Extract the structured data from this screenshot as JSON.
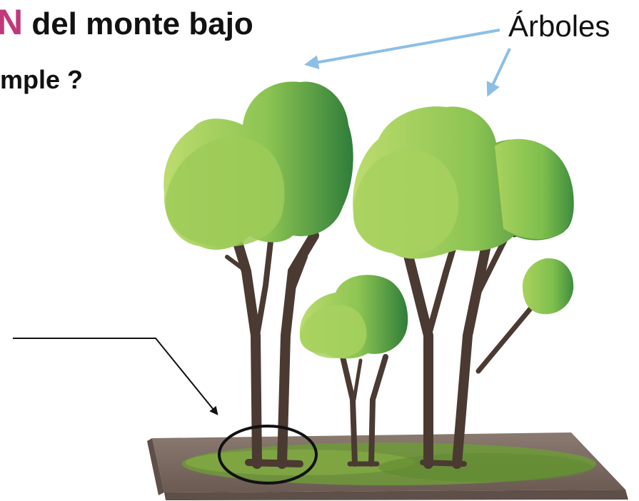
{
  "header": {
    "title_accent": "N",
    "title_rest": " del monte bajo",
    "subtitle": "mple ?"
  },
  "labels": {
    "arboles": "Árboles"
  },
  "colors": {
    "accent": "#c0397a",
    "arrow_blue": "#8cbfe6",
    "trunk": "#4a3a32",
    "foliage_light": "#b7d86a",
    "foliage_dark": "#2f7d3a",
    "ground": "#7a6a60",
    "grass": "#6f9a3a"
  },
  "icons": [
    "tree-icon",
    "ground-icon",
    "arrow-icon",
    "circle-marker-icon"
  ]
}
